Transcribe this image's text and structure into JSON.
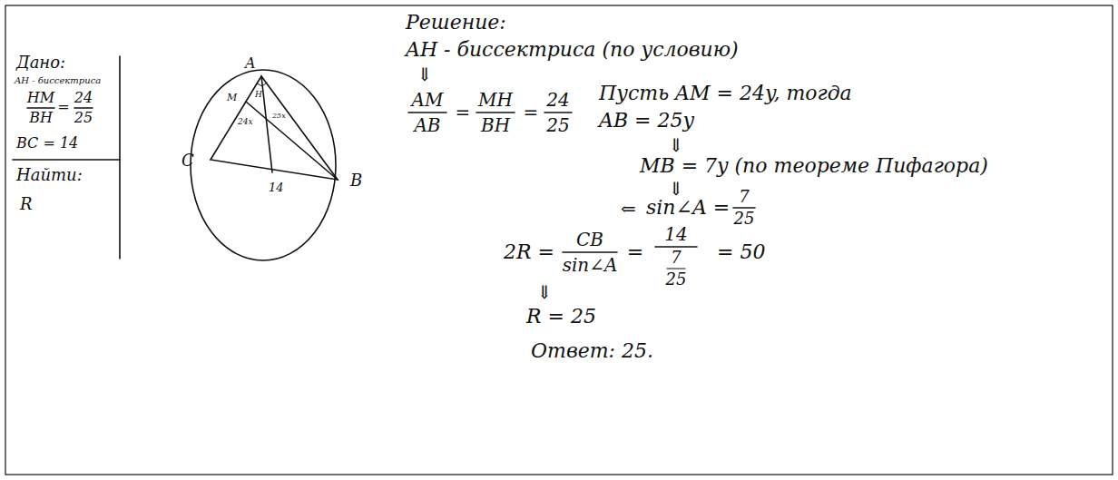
{
  "diagram": {
    "labels": [
      "Дано:",
      "AH - биссектриса",
      "HM",
      "BH",
      "=",
      "24",
      "25",
      "BC = 14",
      "Найти:",
      "R",
      "A",
      "M",
      "H",
      "24x",
      "25x",
      "C",
      "B",
      "14",
      "Решение:",
      "AH - биссектриса (по условию)",
      "⇓",
      "AM",
      "AB",
      "=",
      "MH",
      "BH",
      "=",
      "24",
      "25",
      "Пусть AM = 24y, тогда",
      "AB = 25y",
      "⇓",
      "MB = 7y (по теореме Пифагора)",
      "⇓",
      "⇐",
      "sin∠A =",
      "7",
      "25",
      "2R =",
      "CB",
      "sin∠A",
      "=",
      "14",
      "7",
      "25",
      "= 50",
      "⇓",
      "R = 25",
      "Ответ: 25."
    ]
  }
}
